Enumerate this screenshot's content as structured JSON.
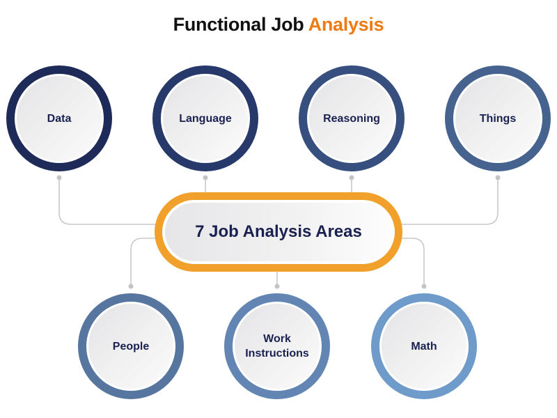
{
  "title": {
    "main": "Functional Job ",
    "accent": "Analysis",
    "accent_color": "#ee7a12"
  },
  "center": {
    "label": "7 Job Analysis Areas",
    "border_color": "#f0a02b"
  },
  "connector_color": "#c8c8c8",
  "nodes": {
    "top": [
      {
        "label": "Data",
        "ring_color": "#1e2a57"
      },
      {
        "label": "Language",
        "ring_color": "#27396a"
      },
      {
        "label": "Reasoning",
        "ring_color": "#374f7f"
      },
      {
        "label": "Things",
        "ring_color": "#46638f"
      }
    ],
    "bottom": [
      {
        "label": "People",
        "ring_color": "#56759f"
      },
      {
        "label": "Work\nInstructions",
        "ring_color": "#6285b3"
      },
      {
        "label": "Math",
        "ring_color": "#6e9bc9"
      }
    ]
  }
}
